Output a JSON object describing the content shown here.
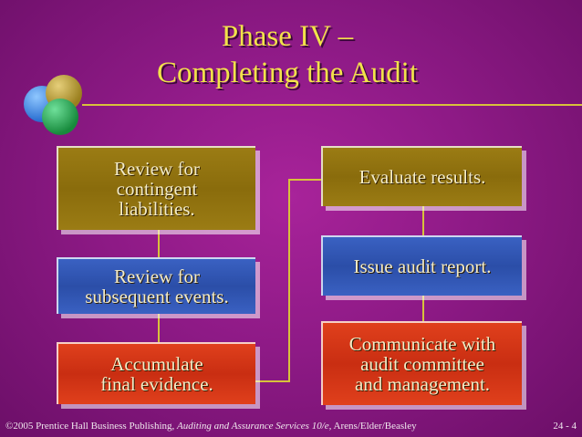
{
  "title": {
    "line1": "Phase IV –",
    "line2": "Completing the Audit"
  },
  "boxes": {
    "left": [
      {
        "text": "Review for\ncontingent\nliabilities.",
        "color": "#8a6c0c"
      },
      {
        "text": "Review for\nsubsequent events.",
        "color": "#2b4ea8"
      },
      {
        "text": "Accumulate\nfinal evidence.",
        "color": "#c92e12"
      }
    ],
    "right": [
      {
        "text": "Evaluate results.",
        "color": "#8a6c0c"
      },
      {
        "text": "Issue audit report.",
        "color": "#2b4ea8"
      },
      {
        "text": "Communicate with\naudit committee\nand management.",
        "color": "#c92e12"
      }
    ]
  },
  "footer": {
    "copyright": "©2005 Prentice Hall Business Publishing,",
    "book_title": "Auditing and Assurance Services 10/e,",
    "authors": "Arens/Elder/Beasley",
    "page": "24 - 4"
  },
  "colors": {
    "background": "#8e1a86",
    "title_text": "#f2e24a",
    "connector": "#d7c23b"
  }
}
